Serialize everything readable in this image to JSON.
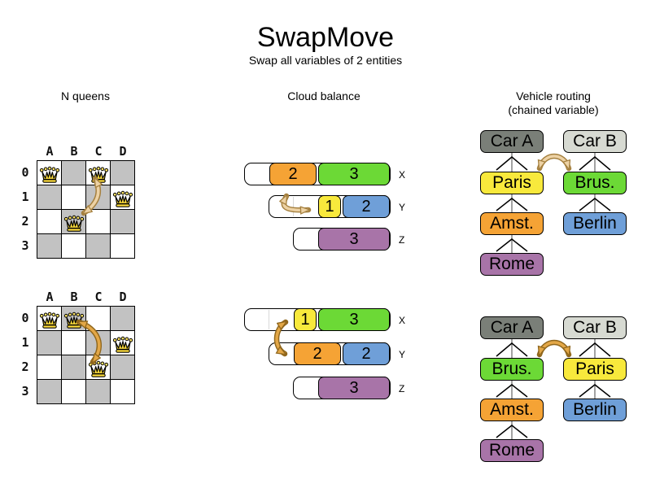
{
  "title": "SwapMove",
  "subtitle": "Swap all variables of 2 entities",
  "sections": {
    "nqueens": {
      "header": "N queens",
      "columns": [
        "A",
        "B",
        "C",
        "D"
      ],
      "rows": [
        "0",
        "1",
        "2",
        "3"
      ],
      "before": {
        "queens": [
          {
            "col": 0,
            "row": 0
          },
          {
            "col": 2,
            "row": 0
          },
          {
            "col": 3,
            "row": 1
          },
          {
            "col": 1,
            "row": 2
          }
        ]
      },
      "after": {
        "queens": [
          {
            "col": 0,
            "row": 0
          },
          {
            "col": 1,
            "row": 0
          },
          {
            "col": 3,
            "row": 1
          },
          {
            "col": 2,
            "row": 2
          }
        ]
      }
    },
    "cloud": {
      "header": "Cloud balance",
      "before": [
        {
          "label": "X",
          "blocks": [
            {
              "value": "2",
              "color": "orange"
            },
            {
              "value": "3",
              "color": "green"
            }
          ]
        },
        {
          "label": "Y",
          "blocks": [
            {
              "value": "1",
              "color": "yellow"
            },
            {
              "value": "2",
              "color": "blue"
            }
          ]
        },
        {
          "label": "Z",
          "blocks": [
            {
              "value": "3",
              "color": "purple"
            }
          ]
        }
      ],
      "after": [
        {
          "label": "X",
          "blocks": [
            {
              "value": "1",
              "color": "yellow"
            },
            {
              "value": "3",
              "color": "green"
            }
          ]
        },
        {
          "label": "Y",
          "blocks": [
            {
              "value": "2",
              "color": "orange"
            },
            {
              "value": "2",
              "color": "blue"
            }
          ]
        },
        {
          "label": "Z",
          "blocks": [
            {
              "value": "3",
              "color": "purple"
            }
          ]
        }
      ]
    },
    "vehicle": {
      "header": "Vehicle routing",
      "subheader": "(chained variable)",
      "before": {
        "left": [
          {
            "label": "Car A",
            "color": "car_dark"
          },
          {
            "label": "Paris",
            "color": "yellow"
          },
          {
            "label": "Amst.",
            "color": "orange"
          },
          {
            "label": "Rome",
            "color": "purple"
          }
        ],
        "right": [
          {
            "label": "Car B",
            "color": "car_light"
          },
          {
            "label": "Brus.",
            "color": "green"
          },
          {
            "label": "Berlin",
            "color": "blue"
          }
        ]
      },
      "after": {
        "left": [
          {
            "label": "Car A",
            "color": "car_dark"
          },
          {
            "label": "Brus.",
            "color": "green"
          },
          {
            "label": "Amst.",
            "color": "orange"
          },
          {
            "label": "Rome",
            "color": "purple"
          }
        ],
        "right": [
          {
            "label": "Car B",
            "color": "car_light"
          },
          {
            "label": "Paris",
            "color": "yellow"
          },
          {
            "label": "Berlin",
            "color": "blue"
          }
        ]
      }
    }
  },
  "colors": {
    "orange": "#F5A335",
    "green": "#6CD936",
    "yellow": "#F8E93C",
    "blue": "#6F9FD8",
    "purple": "#A874A8",
    "car_dark": "#7A7F78",
    "car_light": "#D7DAD2",
    "board_gray": "#C2C2C2",
    "queen_gold": "#FFDE3C",
    "swap_before_fill": "#EDD2A5",
    "swap_before_stroke": "#A5803F",
    "swap_after_fill": "#E3A747",
    "swap_after_stroke": "#8F661C"
  }
}
